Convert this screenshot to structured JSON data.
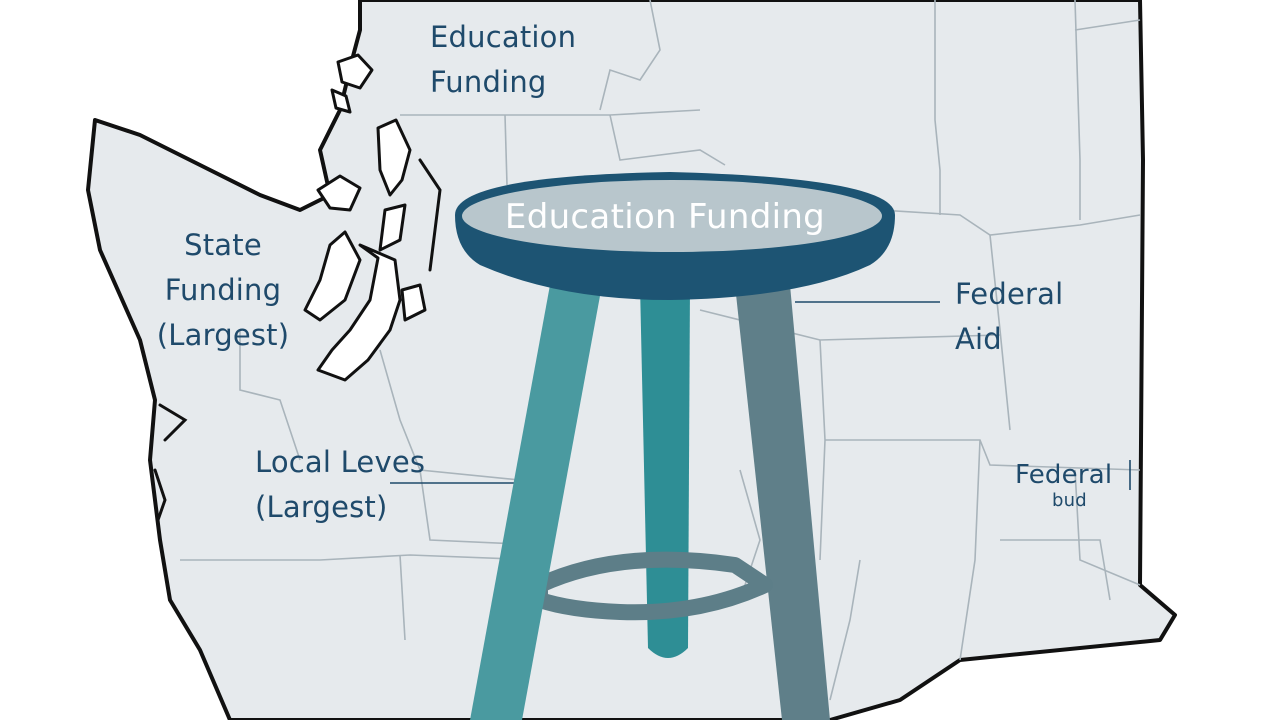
{
  "stool": {
    "seat_label": "Education Funding",
    "colors": {
      "seat_rim": "#1d5473",
      "seat_top": "#b8c6cc",
      "leg_left": "#4a9aa0",
      "leg_middle": "#2e8e95",
      "leg_right": "#5f7f89",
      "rung": "#5d7e88"
    }
  },
  "map": {
    "region_fill": "#e6eaed",
    "outline_color": "#111111",
    "county_line_color": "#a9b4bb"
  },
  "labels": {
    "top": "Education\nFunding",
    "state": "State\nFunding\n(Largest)",
    "local": "Local Leves\n(Largest)",
    "federal_aid": "Federal\nAid",
    "federal_small": "Federal",
    "federal_small_sub": "bud"
  },
  "colors": {
    "label_text": "#1f4a6b",
    "leader_line": "#1f4a6b"
  }
}
